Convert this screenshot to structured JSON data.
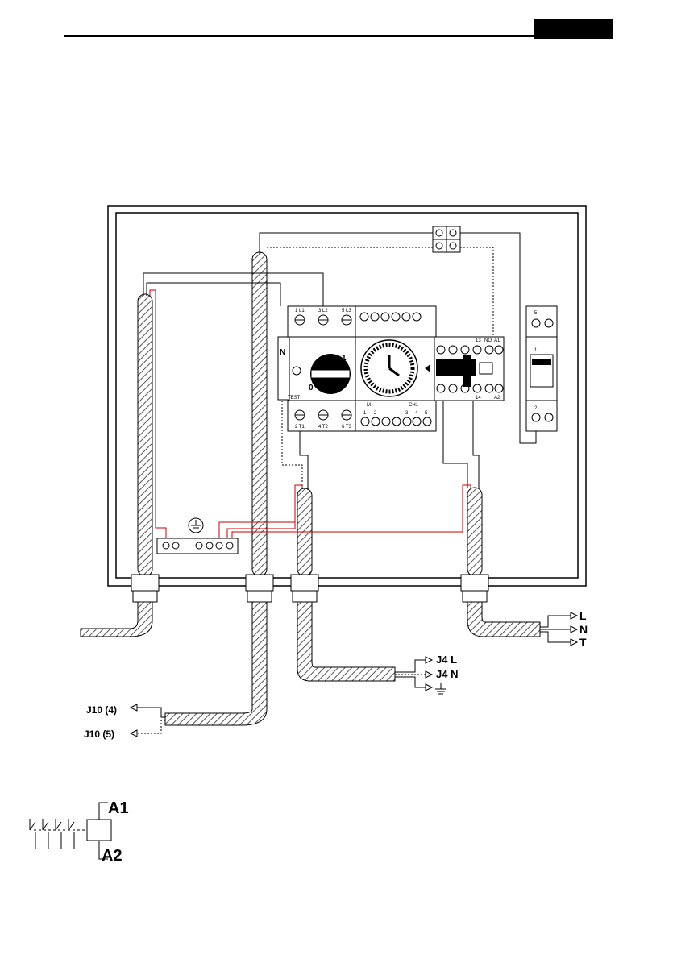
{
  "colors": {
    "line": "#000000",
    "earth_wire": "#cc0000",
    "hatch": "#555555",
    "header": "#000000"
  },
  "panel": {
    "breaker_top_terminals": [
      "1 L1",
      "3 L2",
      "5 L3"
    ],
    "breaker_bottom_terminals": [
      "2 T1",
      "4 T2",
      "6 T3"
    ],
    "breaker_side_labels": [
      "N",
      "TEST"
    ],
    "breaker_switch_positions": [
      "1",
      "0"
    ],
    "timer_label_m": "M",
    "timer_label_ch1": "CH1",
    "timer_bottom_numbers": [
      "1",
      "2",
      "3",
      "4",
      "5"
    ],
    "contactor_top_terminals": [
      "1",
      "L1",
      "3",
      "L2",
      "5",
      "L3",
      "13",
      "NO",
      "A1"
    ],
    "contactor_bottom_terminals": [
      "2",
      "T1",
      "4",
      "T2",
      "6",
      "T3",
      "14",
      "A2"
    ],
    "relay_numbers": [
      "5",
      "1",
      "2"
    ]
  },
  "external_labels": {
    "supply": [
      "L",
      "N",
      "T"
    ],
    "j4": [
      "J4 L",
      "J4 N"
    ],
    "j10": [
      "J10 (4)",
      "J10 (5)"
    ]
  },
  "coil_symbol": {
    "top": "A1",
    "bottom": "A2"
  }
}
